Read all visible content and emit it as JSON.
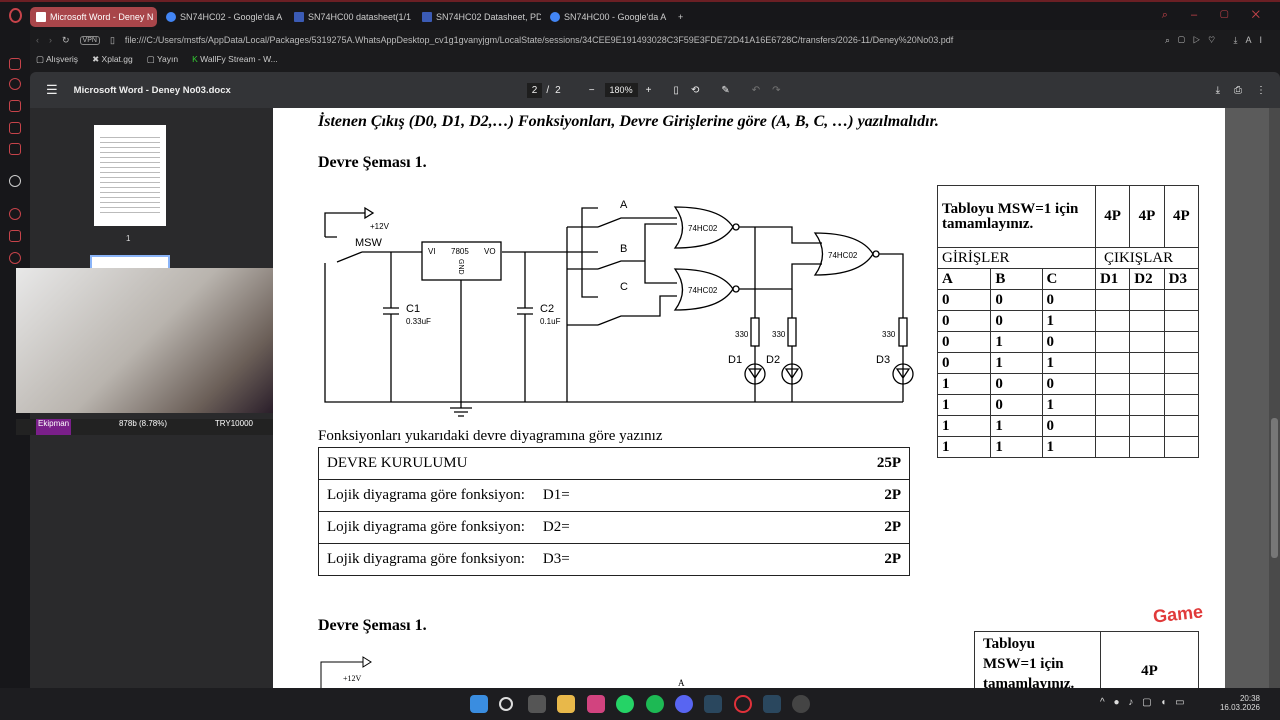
{
  "browser": {
    "tabs": [
      {
        "label": "Microsoft Word - Deney N",
        "active": true
      },
      {
        "label": "SN74HC02 - Google'da A"
      },
      {
        "label": "SN74HC00 datasheet(1/1"
      },
      {
        "label": "SN74HC02 Datasheet, PD"
      },
      {
        "label": "SN74HC00 - Google'da A"
      }
    ],
    "new_tab": "+",
    "vpn": "VPN",
    "url": "file:///C:/Users/mstfs/AppData/Local/Packages/5319275A.WhatsAppDesktop_cv1g1gvanyjgm/LocalState/sessions/34CEE9E191493028C3F59E3FDE72D41A16E6728C/transfers/2026-11/Deney%20No03.pdf",
    "bookmarks": [
      "Alışveriş",
      "Xplat.gg",
      "Yayın",
      "WallFy Stream - W..."
    ],
    "ai": "AI"
  },
  "pdf": {
    "title": "Microsoft Word - Deney No03.docx",
    "page_current": "2",
    "page_sep": "/",
    "page_total": "2",
    "zoom": "180%",
    "thumb_label": "1"
  },
  "overlay": {
    "name": "Ekipman",
    "value": "878b (8.78%)",
    "goal": "TRY10000"
  },
  "doc": {
    "intro": "İstenen Çıkış (D0, D1, D2,…) Fonksiyonları, Devre Girişlerine göre (A, B, C, …) yazılmalıdır.",
    "heading1": "Devre Şeması 1.",
    "heading2": "Devre Şeması 1.",
    "circuit": {
      "v12": "+12V",
      "msw": "MSW",
      "reg": "7805",
      "vi": "VI",
      "vo": "VO",
      "gnd": "GND",
      "c1": "C1",
      "c1v": "0.33uF",
      "c2": "C2",
      "c2v": "0.1uF",
      "a": "A",
      "b": "B",
      "c": "C",
      "gate": "74HC02",
      "r": "330",
      "d1": "D1",
      "d2": "D2",
      "d3": "D3"
    },
    "truth": {
      "instruction": "Tabloyu MSW=1 için tamamlayınız.",
      "points": [
        "4P",
        "4P",
        "4P"
      ],
      "inputs": "GİRİŞLER",
      "outputs": "ÇIKIŞLAR",
      "cols": [
        "A",
        "B",
        "C",
        "D1",
        "D2",
        "D3"
      ],
      "rows": [
        [
          "0",
          "0",
          "0"
        ],
        [
          "0",
          "0",
          "1"
        ],
        [
          "0",
          "1",
          "0"
        ],
        [
          "0",
          "1",
          "1"
        ],
        [
          "1",
          "0",
          "0"
        ],
        [
          "1",
          "0",
          "1"
        ],
        [
          "1",
          "1",
          "0"
        ],
        [
          "1",
          "1",
          "1"
        ]
      ]
    },
    "func_caption": "Fonksiyonları yukarıdaki devre diyagramına göre yazınız",
    "func_rows": [
      {
        "label": "DEVRE KURULUMU",
        "eq": "",
        "pts": "25P"
      },
      {
        "label": "Lojik diyagrama göre fonksiyon:",
        "eq": "D1=",
        "pts": "2P"
      },
      {
        "label": "Lojik diyagrama göre fonksiyon:",
        "eq": "D2=",
        "pts": "2P"
      },
      {
        "label": "Lojik diyagrama göre fonksiyon:",
        "eq": "D3=",
        "pts": "2P"
      }
    ],
    "truth2_instruction": "Tabloyu MSW=1 için tamamlayınız.",
    "truth2_pts": "4P",
    "v12_2": "+12V",
    "a2": "A"
  },
  "watermark": "Game",
  "clock": {
    "time": "20:38",
    "date": "16.03.2026"
  }
}
